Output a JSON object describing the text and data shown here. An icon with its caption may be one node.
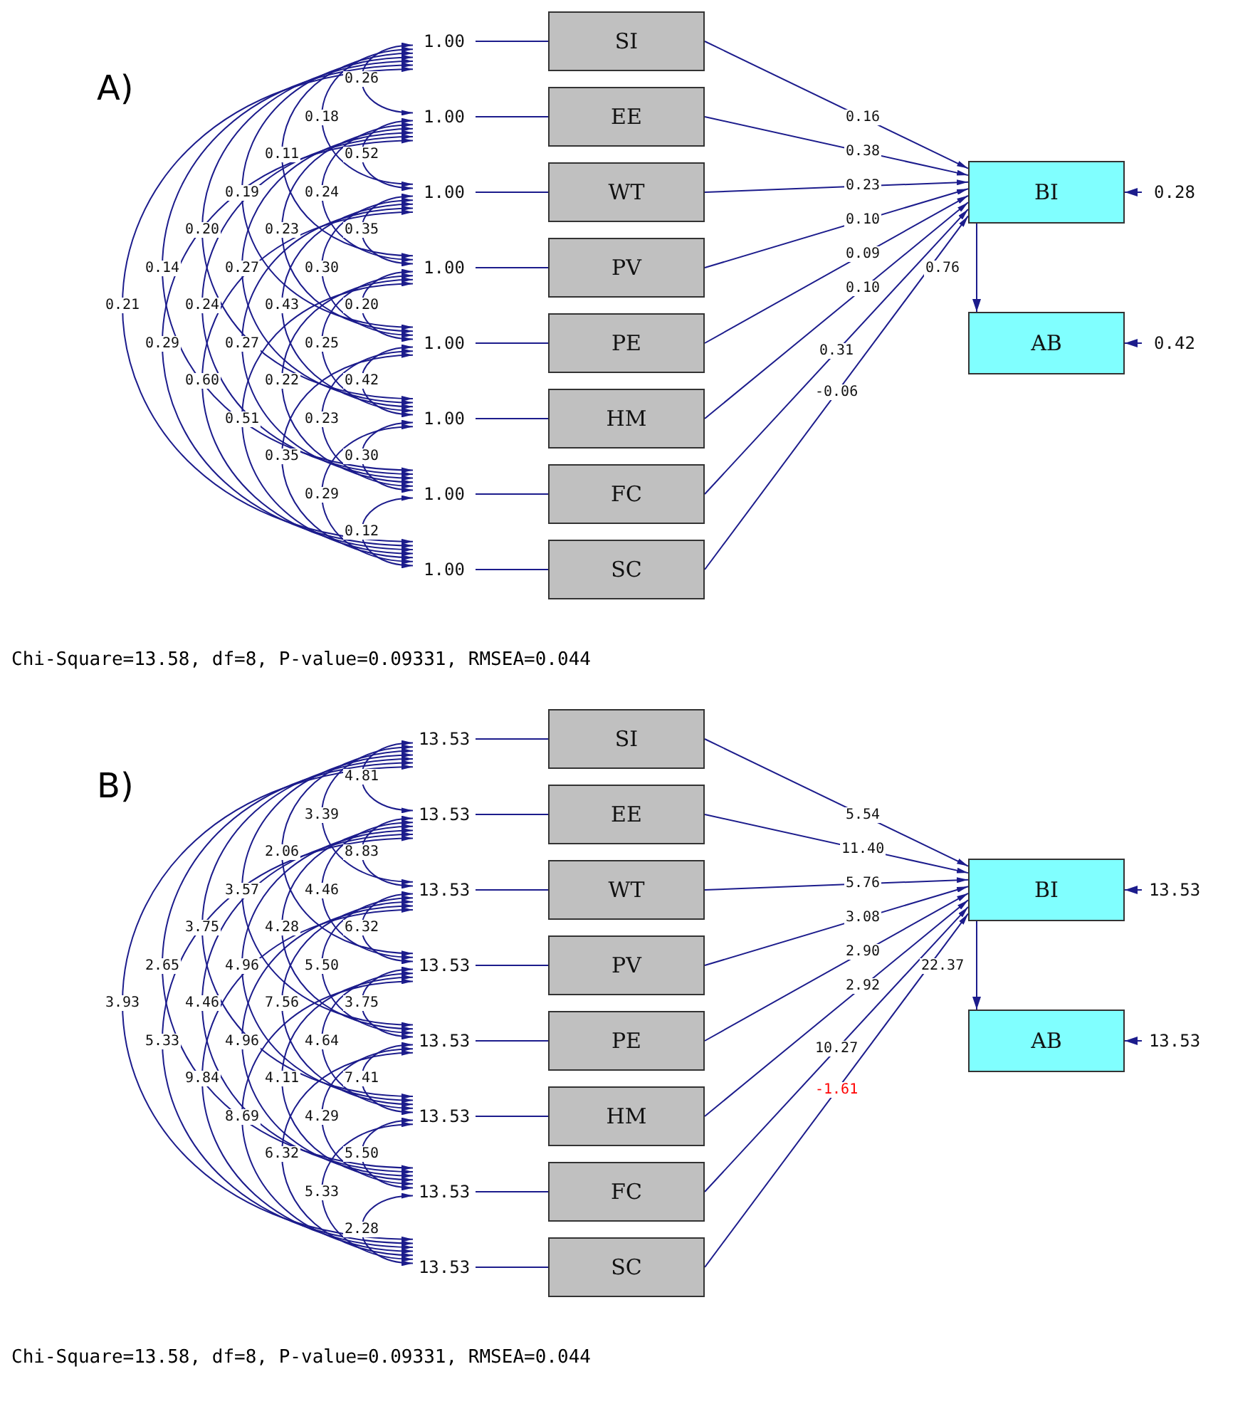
{
  "diagram": {
    "nodes": [
      {
        "text": [
          "SI"
        ]
      },
      {
        "text": [
          "EE"
        ]
      },
      {
        "text": [
          "WT"
        ]
      },
      {
        "text": [
          "PV"
        ]
      },
      {
        "text": [
          "PE"
        ]
      },
      {
        "text": [
          "HM"
        ]
      },
      {
        "text": [
          "FC"
        ]
      },
      {
        "text": [
          "SC"
        ]
      },
      {
        "text": [
          "BI"
        ]
      },
      {
        "text": [
          "AB"
        ]
      },
      {
        "text": [
          "1.00"
        ]
      },
      {
        "text": [
          "1.00"
        ]
      },
      {
        "text": [
          "1.00"
        ]
      },
      {
        "text": [
          "1.00"
        ]
      },
      {
        "text": [
          "1.00"
        ]
      },
      {
        "text": [
          "1.00"
        ]
      },
      {
        "text": [
          "1.00"
        ]
      },
      {
        "text": [
          "1.00"
        ]
      },
      {
        "text": [
          "0.28"
        ]
      },
      {
        "text": [
          "0.42"
        ]
      },
      {
        "text": [
          "SI"
        ]
      },
      {
        "text": [
          "EE"
        ]
      },
      {
        "text": [
          "WT"
        ]
      },
      {
        "text": [
          "PV"
        ]
      },
      {
        "text": [
          "PE"
        ]
      },
      {
        "text": [
          "HM"
        ]
      },
      {
        "text": [
          "FC"
        ]
      },
      {
        "text": [
          "SC"
        ]
      },
      {
        "text": [
          "BI"
        ]
      },
      {
        "text": [
          "AB"
        ]
      },
      {
        "text": [
          "13.53"
        ]
      },
      {
        "text": [
          "13.53"
        ]
      },
      {
        "text": [
          "13.53"
        ]
      },
      {
        "text": [
          "13.53"
        ]
      },
      {
        "text": [
          "13.53"
        ]
      },
      {
        "text": [
          "13.53"
        ]
      },
      {
        "text": [
          "13.53"
        ]
      },
      {
        "text": [
          "13.53"
        ]
      },
      {
        "text": [
          "13.53"
        ]
      },
      {
        "text": [
          "13.53"
        ]
      }
    ],
    "edges": [
      {
        "from": 10,
        "to": 0,
        "arrow": "none"
      },
      {
        "from": 11,
        "to": 1,
        "arrow": "none"
      },
      {
        "from": 12,
        "to": 2,
        "arrow": "none"
      },
      {
        "from": 13,
        "to": 3,
        "arrow": "none"
      },
      {
        "from": 14,
        "to": 4,
        "arrow": "none"
      },
      {
        "from": 15,
        "to": 5,
        "arrow": "none"
      },
      {
        "from": 16,
        "to": 6,
        "arrow": "none"
      },
      {
        "from": 17,
        "to": 7,
        "arrow": "none"
      },
      {
        "from": 10,
        "to": 11,
        "arrow": "both",
        "label": "0.26"
      },
      {
        "from": 10,
        "to": 12,
        "arrow": "both",
        "label": "0.18"
      },
      {
        "from": 10,
        "to": 13,
        "arrow": "both",
        "label": "0.11"
      },
      {
        "from": 11,
        "to": 12,
        "arrow": "both",
        "label": "0.52"
      },
      {
        "from": 10,
        "to": 14,
        "arrow": "both",
        "label": "0.19"
      },
      {
        "from": 11,
        "to": 13,
        "arrow": "both",
        "label": "0.24"
      },
      {
        "from": 10,
        "to": 15,
        "arrow": "both",
        "label": "0.20"
      },
      {
        "from": 11,
        "to": 14,
        "arrow": "both",
        "label": "0.23"
      },
      {
        "from": 12,
        "to": 13,
        "arrow": "both",
        "label": "0.35"
      },
      {
        "from": 10,
        "to": 16,
        "arrow": "both",
        "label": "0.14"
      },
      {
        "from": 11,
        "to": 15,
        "arrow": "both",
        "label": "0.27"
      },
      {
        "from": 12,
        "to": 14,
        "arrow": "both",
        "label": "0.30"
      },
      {
        "from": 10,
        "to": 17,
        "arrow": "both",
        "label": "0.21"
      },
      {
        "from": 11,
        "to": 16,
        "arrow": "both",
        "label": "0.24"
      },
      {
        "from": 12,
        "to": 15,
        "arrow": "both",
        "label": "0.43"
      },
      {
        "from": 13,
        "to": 14,
        "arrow": "both",
        "label": "0.20"
      },
      {
        "from": 11,
        "to": 17,
        "arrow": "both",
        "label": "0.29"
      },
      {
        "from": 12,
        "to": 16,
        "arrow": "both",
        "label": "0.27"
      },
      {
        "from": 13,
        "to": 15,
        "arrow": "both",
        "label": "0.25"
      },
      {
        "from": 12,
        "to": 17,
        "arrow": "both",
        "label": "0.60"
      },
      {
        "from": 13,
        "to": 16,
        "arrow": "both",
        "label": "0.22"
      },
      {
        "from": 14,
        "to": 15,
        "arrow": "both",
        "label": "0.42"
      },
      {
        "from": 13,
        "to": 17,
        "arrow": "both",
        "label": "0.51"
      },
      {
        "from": 14,
        "to": 16,
        "arrow": "both",
        "label": "0.23"
      },
      {
        "from": 14,
        "to": 17,
        "arrow": "both",
        "label": "0.35"
      },
      {
        "from": 15,
        "to": 16,
        "arrow": "both",
        "label": "0.30"
      },
      {
        "from": 15,
        "to": 17,
        "arrow": "both",
        "label": "0.29"
      },
      {
        "from": 16,
        "to": 17,
        "arrow": "both",
        "label": "0.12"
      },
      {
        "from": 0,
        "to": 8,
        "arrow": "to",
        "label": "0.16"
      },
      {
        "from": 1,
        "to": 8,
        "arrow": "to",
        "label": "0.38"
      },
      {
        "from": 2,
        "to": 8,
        "arrow": "to",
        "label": "0.23"
      },
      {
        "from": 3,
        "to": 8,
        "arrow": "to",
        "label": "0.10"
      },
      {
        "from": 4,
        "to": 8,
        "arrow": "to",
        "label": "0.09"
      },
      {
        "from": 5,
        "to": 8,
        "arrow": "to",
        "label": "0.10"
      },
      {
        "from": 6,
        "to": 8,
        "arrow": "to",
        "label": "0.31"
      },
      {
        "from": 7,
        "to": 8,
        "arrow": "to",
        "label": "-0.06"
      },
      {
        "from": 8,
        "to": 9,
        "arrow": "to",
        "label": "0.76"
      },
      {
        "from": 18,
        "to": 8,
        "arrow": "to"
      },
      {
        "from": 19,
        "to": 9,
        "arrow": "to"
      },
      {
        "from": 30,
        "to": 20,
        "arrow": "none"
      },
      {
        "from": 31,
        "to": 21,
        "arrow": "none"
      },
      {
        "from": 32,
        "to": 22,
        "arrow": "none"
      },
      {
        "from": 33,
        "to": 23,
        "arrow": "none"
      },
      {
        "from": 34,
        "to": 24,
        "arrow": "none"
      },
      {
        "from": 35,
        "to": 25,
        "arrow": "none"
      },
      {
        "from": 36,
        "to": 26,
        "arrow": "none"
      },
      {
        "from": 37,
        "to": 27,
        "arrow": "none"
      },
      {
        "from": 30,
        "to": 31,
        "arrow": "both",
        "label": "4.81"
      },
      {
        "from": 30,
        "to": 32,
        "arrow": "both",
        "label": "3.39"
      },
      {
        "from": 30,
        "to": 33,
        "arrow": "both",
        "label": "2.06"
      },
      {
        "from": 31,
        "to": 32,
        "arrow": "both",
        "label": "8.83"
      },
      {
        "from": 30,
        "to": 34,
        "arrow": "both",
        "label": "3.57"
      },
      {
        "from": 31,
        "to": 33,
        "arrow": "both",
        "label": "4.46"
      },
      {
        "from": 30,
        "to": 35,
        "arrow": "both",
        "label": "3.75"
      },
      {
        "from": 31,
        "to": 34,
        "arrow": "both",
        "label": "4.28"
      },
      {
        "from": 32,
        "to": 33,
        "arrow": "both",
        "label": "6.32"
      },
      {
        "from": 30,
        "to": 36,
        "arrow": "both",
        "label": "2.65"
      },
      {
        "from": 31,
        "to": 35,
        "arrow": "both",
        "label": "4.96"
      },
      {
        "from": 32,
        "to": 34,
        "arrow": "both",
        "label": "5.50"
      },
      {
        "from": 30,
        "to": 37,
        "arrow": "both",
        "label": "3.93"
      },
      {
        "from": 31,
        "to": 36,
        "arrow": "both",
        "label": "4.46"
      },
      {
        "from": 32,
        "to": 35,
        "arrow": "both",
        "label": "7.56"
      },
      {
        "from": 33,
        "to": 34,
        "arrow": "both",
        "label": "3.75"
      },
      {
        "from": 31,
        "to": 37,
        "arrow": "both",
        "label": "5.33"
      },
      {
        "from": 32,
        "to": 36,
        "arrow": "both",
        "label": "4.96"
      },
      {
        "from": 33,
        "to": 35,
        "arrow": "both",
        "label": "4.64"
      },
      {
        "from": 32,
        "to": 37,
        "arrow": "both",
        "label": "9.84"
      },
      {
        "from": 33,
        "to": 36,
        "arrow": "both",
        "label": "4.11"
      },
      {
        "from": 34,
        "to": 35,
        "arrow": "both",
        "label": "7.41"
      },
      {
        "from": 33,
        "to": 37,
        "arrow": "both",
        "label": "8.69"
      },
      {
        "from": 34,
        "to": 36,
        "arrow": "both",
        "label": "4.29"
      },
      {
        "from": 34,
        "to": 37,
        "arrow": "both",
        "label": "6.32"
      },
      {
        "from": 35,
        "to": 36,
        "arrow": "both",
        "label": "5.50"
      },
      {
        "from": 35,
        "to": 37,
        "arrow": "both",
        "label": "5.33"
      },
      {
        "from": 36,
        "to": 37,
        "arrow": "both",
        "label": "2.28"
      },
      {
        "from": 20,
        "to": 28,
        "arrow": "to",
        "label": "5.54"
      },
      {
        "from": 21,
        "to": 28,
        "arrow": "to",
        "label": "11.40"
      },
      {
        "from": 22,
        "to": 28,
        "arrow": "to",
        "label": "5.76"
      },
      {
        "from": 23,
        "to": 28,
        "arrow": "to",
        "label": "3.08"
      },
      {
        "from": 24,
        "to": 28,
        "arrow": "to",
        "label": "2.90"
      },
      {
        "from": 25,
        "to": 28,
        "arrow": "to",
        "label": "2.92"
      },
      {
        "from": 26,
        "to": 28,
        "arrow": "to",
        "label": "10.27"
      },
      {
        "from": 27,
        "to": 28,
        "arrow": "to",
        "label": "-1.61"
      },
      {
        "from": 28,
        "to": 29,
        "arrow": "to",
        "label": "22.37"
      },
      {
        "from": 38,
        "to": 28,
        "arrow": "to"
      },
      {
        "from": 39,
        "to": 29,
        "arrow": "to"
      }
    ],
    "labels": [
      "A)",
      "Chi-Square=13.58, df=8, P-value=0.09331, RMSEA=0.044",
      "B)",
      "Chi-Square=13.58, df=8, P-value=0.09331, RMSEA=0.044"
    ]
  }
}
